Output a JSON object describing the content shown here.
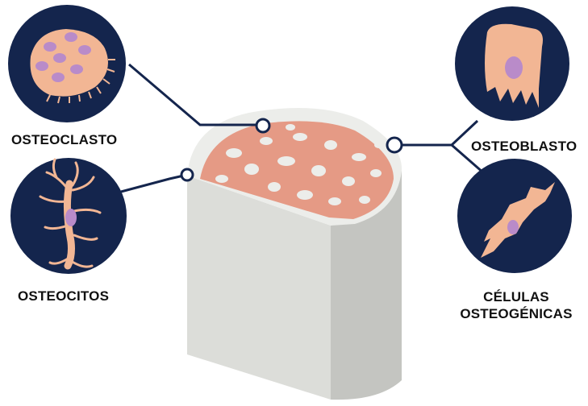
{
  "labels": {
    "osteoclasto": "OSTEOCLASTO",
    "osteocitos": "OSTEOCITOS",
    "osteoblasto": "OSTEOBLASTO",
    "celulas_line1": "CÉLULAS",
    "celulas_line2": "OSTEOGÉNICAS"
  },
  "colors": {
    "circle_bg": "#14254d",
    "connector": "#14254d",
    "cell_fill": "#f2b694",
    "nucleus": "#b98bc9",
    "bone_light": "#dedfdb",
    "bone_shade": "#c6c7c3",
    "spongy": "#e59a85"
  }
}
